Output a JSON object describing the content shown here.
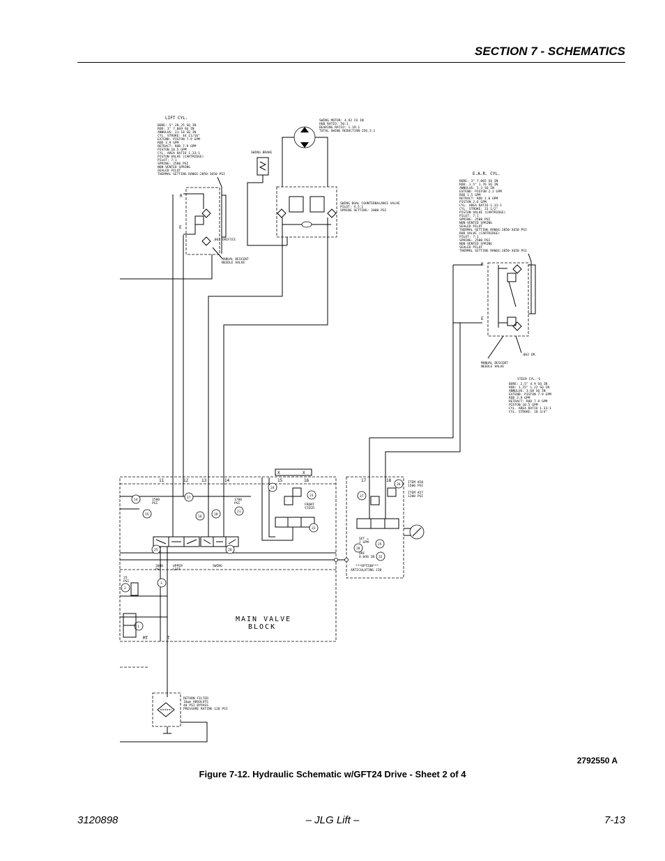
{
  "header": {
    "section_title": "SECTION 7 - SCHEMATICS"
  },
  "footer": {
    "doc_number": "3120898",
    "center_text": "– JLG Lift –",
    "page_number": "7-13"
  },
  "figure": {
    "ref_code": "2792550 A",
    "caption": "Figure 7-12.  Hydraulic Schematic w/GFT24 Drive - Sheet 2 of 4"
  },
  "schematic": {
    "lift_cyl": {
      "title": "LIFT CYL.",
      "specs": [
        "BORE: 5\" 28.25 SQ IN",
        "ROD: 3\" 7.069 SQ IN",
        "ANNULUS: 21.18 SQ IN",
        "CYL. STROKE: 44 11/16\"",
        "EXTEND:   PISTON 7.9 GPM",
        "          ROD 3.9 GPM",
        "RETRACT: ROD 7.9 GPM",
        "          PISTON 10.5 GPM",
        "CYL. AREA RATIO 1.33:1",
        "PISTON VALVE (CARTRIDGE)",
        "  PILOT: 7:1",
        "  SPRING: 2500 PSI",
        "  NON-VENTED SPRING",
        "  SEALED PILOT",
        "THERMAL SETTING RANGE:2850-3650 PSI"
      ],
      "port_r": "R",
      "port_e": "E",
      "orifice": ".062 ORIFICE",
      "needle_valve": [
        "MANUAL DESCENT",
        "NEEDLE VALVE"
      ]
    },
    "swing_motor": {
      "specs": [
        "SWING MOTOR: 4.92 CU IN",
        "HUB RATIO: 50:1",
        "BEARING RATIO: 1.19:1",
        "TOTAL SWING REDUCTION 256.3:1"
      ]
    },
    "swing_brake": {
      "label": "SWING BRAKE"
    },
    "swing_valve": {
      "specs": [
        "SWING DUAL COUNTERBALANCE VALVE",
        "PILOT: 4.5:1",
        "SPRING SETTING: 2000 PSI"
      ]
    },
    "ear_cyl": {
      "title": "E.A.R. CYL.",
      "specs": [
        "BORE: 3\" 7.065 SQ IN",
        "ROD: 1.5\" 1.76 SQ IN",
        "ANNULUS: 5.3 SQ IN",
        "EXTEND:   PISTON 2.2 GPM",
        "          ROD 1.5 GPM",
        "RETRACT: ROD 2.0 GPM",
        "          PISTON 2.6 GPM",
        "CYL. AREA RATIO 1.33:1",
        "CYL. STROKE: 23 1/2\"",
        "PISTON VALVE (CARTRIDGE)",
        "  PILOT: 7:1",
        "  SPRING: 2500 PSI",
        "  NON-VENTED SPRING",
        "  SEALED PILOT",
        "THERMAL SETTING RANGE:2850-3650 PSI",
        "ROD VALVE (CARTRIDGE)",
        "  PILOT: 7:1",
        "  SPRING: 2500 PSI",
        "  NON-VENTED SPRING",
        "  SEALED PILOT",
        "THERMAL SETTING RANGE:2850-3650 PSI"
      ],
      "port_r": "R",
      "port_e": "E",
      "orifice": ".062 OR.",
      "needle_valve": [
        "MANUAL DESCENT",
        "NEEDLE VALVE"
      ]
    },
    "steer_cyl": {
      "title": "STEER CYL.'S",
      "specs": [
        "BORE: 2.5\" 4.9 SQ IN",
        "ROD: 1.25\" 1.22 SQ IN",
        "ANNULUS: 3.68 SQ IN",
        "EXTEND:   PISTON 7.9 GPM",
        "          ROD 3.9 GPM",
        "RETRACT: ROD 7.9 GPM",
        "          PISTON 10.5 GPM",
        "CYL. AREA RATIO 1.33:1",
        "CYL. STROKE: 10 3/4\""
      ]
    },
    "ports": [
      "11",
      "12",
      "13",
      "14",
      "15",
      "16",
      "17",
      "18"
    ],
    "callouts": [
      "14",
      "15",
      "16",
      "17",
      "18",
      "20",
      "21",
      "25",
      "1",
      "2",
      "3",
      "22",
      "23",
      "24",
      "26",
      "27",
      "28",
      "25",
      "32"
    ],
    "valve_labels": {
      "psi_1500": [
        "1500",
        "PSI"
      ],
      "psi_1700": [
        "1700",
        "PSI"
      ],
      "psi_3000": [
        "3000",
        "PSI"
      ],
      "psi_2x": [
        "25",
        "PSI"
      ],
      "upper_lift": [
        "UPPER",
        "LIFT"
      ],
      "swing": "SWING",
      "front_steer": [
        "FRONT",
        "STEER"
      ],
      "item_28": [
        "ITEM #28",
        "1500 PSI"
      ],
      "item_27": [
        "ITEM #27",
        "1200 PSI"
      ],
      "set_gpm": [
        "SET =",
        "2 GPM"
      ],
      "orifice_040": [
        "ORF",
        "0.040 IN"
      ],
      "option": [
        "***OPTION***",
        "ARTICULATING JIB"
      ],
      "x1": "X",
      "x2": "X"
    },
    "main_valve": [
      "MAIN VALVE",
      "BLOCK"
    ],
    "mt_label": "MT",
    "t_label": "T",
    "return_filter": [
      "RETURN FILTER",
      "10µm ABSOLUTE",
      "40 PSI BYPASS",
      "PRESSURE RATING 120 PSI"
    ]
  }
}
